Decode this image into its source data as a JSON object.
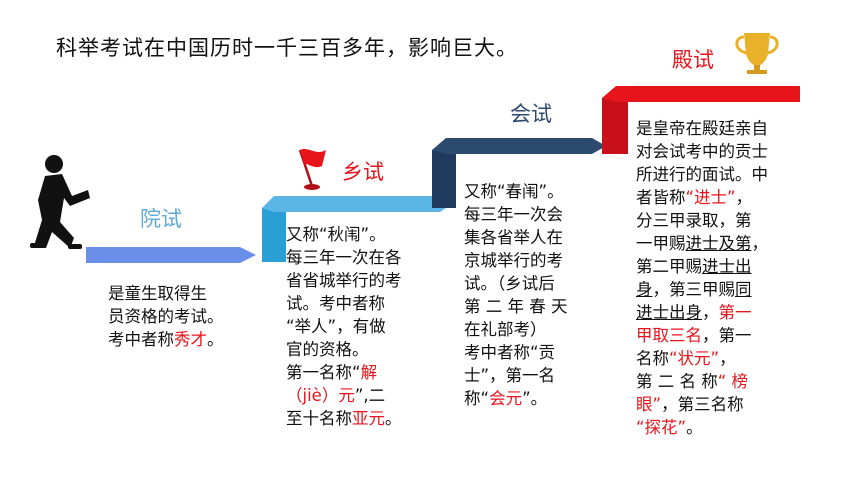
{
  "title": "科举考试在中国历时一千三百多年，影响巨大。",
  "stages": [
    {
      "name": "院试",
      "color": "#6a8fe8",
      "lines": [
        [
          {
            "t": "是童生取得生"
          }
        ],
        [
          {
            "t": "员资格的考试。"
          }
        ],
        [
          {
            "t": "考中者称"
          },
          {
            "t": "秀才",
            "red": true
          },
          {
            "t": "。"
          }
        ]
      ]
    },
    {
      "name": "乡试",
      "color": "#5bb6e5",
      "lines": [
        [
          {
            "t": "又称“秋闱”。"
          }
        ],
        [
          {
            "t": "每三年一次在各"
          }
        ],
        [
          {
            "t": "省省城举行的考"
          }
        ],
        [
          {
            "t": "试。考中者称"
          }
        ],
        [
          {
            "t": "“举人”，有做"
          }
        ],
        [
          {
            "t": "官的资格。"
          }
        ],
        [
          {
            "t": "第一名称“"
          },
          {
            "t": "解",
            "red": true
          }
        ],
        [
          {
            "t": "（jiè）元",
            "red": true
          },
          {
            "t": "”,二"
          }
        ],
        [
          {
            "t": "至十名称"
          },
          {
            "t": "亚元",
            "red": true
          },
          {
            "t": "。"
          }
        ]
      ]
    },
    {
      "name": "会试",
      "color": "#2b4a6e",
      "lines": [
        [
          {
            "t": "又称“春闱”。"
          }
        ],
        [
          {
            "t": "每三年一次会"
          }
        ],
        [
          {
            "t": "集各省举人在"
          }
        ],
        [
          {
            "t": "京城举行的考"
          }
        ],
        [
          {
            "t": "试。（乡试后"
          }
        ],
        [
          {
            "t": "第 二 年 春 天"
          }
        ],
        [
          {
            "t": "在礼部考）"
          }
        ],
        [
          {
            "t": "考中者称“贡"
          }
        ],
        [
          {
            "t": "士”，第一名"
          }
        ],
        [
          {
            "t": "称“"
          },
          {
            "t": "会元",
            "red": true
          },
          {
            "t": "”。"
          }
        ]
      ]
    },
    {
      "name": "殿试",
      "color": "#e8141b",
      "lines": [
        [
          {
            "t": "是皇帝在殿廷亲自"
          }
        ],
        [
          {
            "t": "对会试考中的贡士"
          }
        ],
        [
          {
            "t": "所进行的面试。中"
          }
        ],
        [
          {
            "t": "者皆称"
          },
          {
            "t": "“进士”",
            "red": true
          },
          {
            "t": "，"
          }
        ],
        [
          {
            "t": "分三甲录取，第"
          }
        ],
        [
          {
            "t": "一甲赐"
          },
          {
            "t": "进士及第",
            "ul": true
          },
          {
            "t": "，"
          }
        ],
        [
          {
            "t": "第二甲赐"
          },
          {
            "t": "进士出",
            "ul": true
          }
        ],
        [
          {
            "t": "身",
            "ul": true
          },
          {
            "t": "，第三甲赐"
          },
          {
            "t": "同",
            "ul": true
          }
        ],
        [
          {
            "t": "进士出身",
            "ul": true
          },
          {
            "t": "，"
          },
          {
            "t": "第一",
            "red": true
          }
        ],
        [
          {
            "t": "甲取三名",
            "red": true
          },
          {
            "t": "，第一"
          }
        ],
        [
          {
            "t": "名称"
          },
          {
            "t": "“状元”",
            "red": true
          },
          {
            "t": "，"
          }
        ],
        [
          {
            "t": "第 二 名 称"
          },
          {
            "t": "“ 榜",
            "red": true
          }
        ],
        [
          {
            "t": "眼”",
            "red": true
          },
          {
            "t": "，第三名称"
          }
        ],
        [
          {
            "t": "“探花”",
            "red": true
          },
          {
            "t": "。"
          }
        ]
      ]
    }
  ],
  "icons": {
    "person": "walking-person-icon",
    "flag": "red-flag-icon",
    "trophy": "gold-trophy-icon"
  }
}
